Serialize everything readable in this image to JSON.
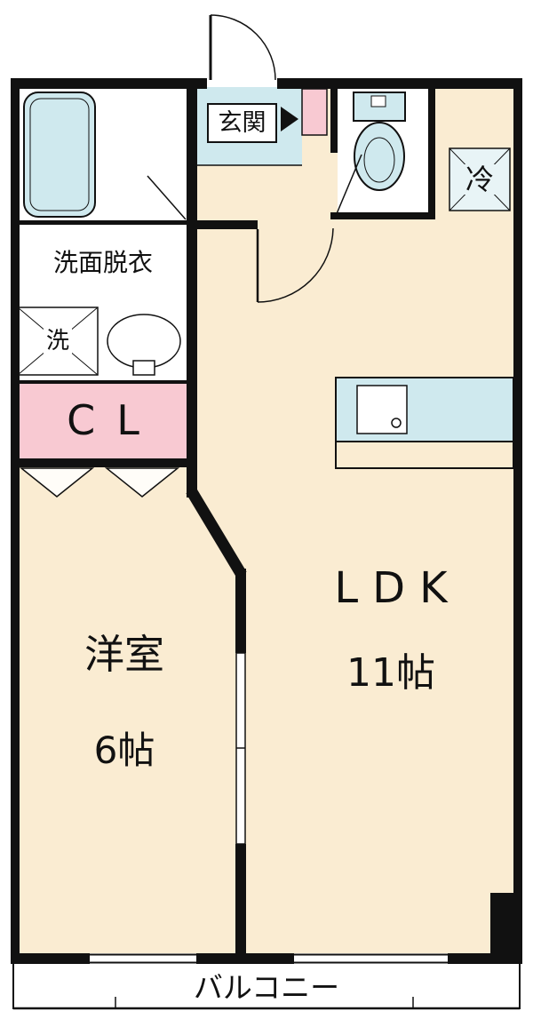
{
  "floorplan": {
    "labels": {
      "entrance": "玄関",
      "washroom": "洗面脱衣",
      "washing_machine": "洗",
      "refrigerator": "冷",
      "closet": "CL",
      "western_room": "洋室",
      "western_room_size": "6帖",
      "ldk": "LDK",
      "ldk_size": "11帖",
      "balcony": "バルコニー"
    },
    "colors": {
      "floor": "#faecd2",
      "wet_area": "#cfe9ee",
      "closet_pink": "#f8c9d2",
      "wall": "#111111",
      "background": "#ffffff"
    }
  }
}
